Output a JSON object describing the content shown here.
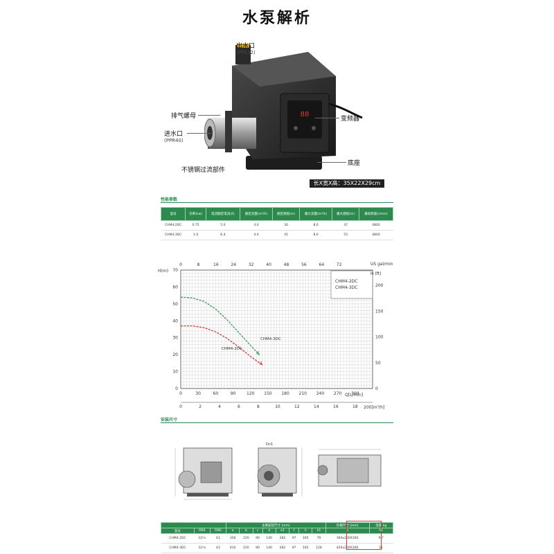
{
  "page_title": "水泵解析",
  "callouts": {
    "outlet": "出水口",
    "outlet_spec": "(PPR32)",
    "vent_nut": "排气螺母",
    "inlet": "进水口",
    "inlet_spec": "(PPR40)",
    "inverter": "变频器",
    "base": "底座",
    "stainless": "不锈钢过流部件"
  },
  "size_badge": "长X宽X高：35X22X29cm",
  "perf_section": "性能参数",
  "perf_table": {
    "headers": [
      "型号",
      "功率(kw)",
      "电流额定电流(A)",
      "额定流量(m³/h)",
      "额定扬程(m)",
      "最大流量(m³/h)",
      "最大扬程(m)",
      "最高转速(r/min)"
    ],
    "rows": [
      [
        "CHM4-2DC",
        "0.75",
        "5.0",
        "4.0",
        "30",
        "8.0",
        "37",
        "4800"
      ],
      [
        "CHM4-3DC",
        "1.0",
        "6.4",
        "4.0",
        "45",
        "8.0",
        "55",
        "4800"
      ]
    ]
  },
  "chart_data": {
    "type": "line",
    "xlabel": "Q[L/min]",
    "x2label": "200[m³/h]",
    "xtop_label": "US gal/min",
    "ylabel": "H(m)",
    "y2label": "H (ft)",
    "xlim": [
      0,
      330
    ],
    "ylim": [
      0,
      70
    ],
    "x_ticks": [
      0,
      30,
      60,
      90,
      120,
      150,
      180,
      210,
      240,
      270,
      300
    ],
    "y_ticks": [
      0,
      10,
      20,
      30,
      40,
      50,
      60,
      70
    ],
    "x_ticks_m3h": [
      0,
      2,
      4,
      6,
      8,
      10,
      12,
      14,
      16,
      18
    ],
    "x_ticks_gal": [
      0,
      8,
      16,
      24,
      32,
      40,
      48,
      56,
      64,
      72
    ],
    "y_ticks_ft": [
      0,
      50,
      100,
      150,
      200
    ],
    "legend": [
      "CHM4-2DC",
      "CHM4-3DC"
    ],
    "series": [
      {
        "name": "CHM4-2DC",
        "color": "#d23a3a",
        "points": [
          [
            0,
            37
          ],
          [
            20,
            37
          ],
          [
            40,
            36
          ],
          [
            60,
            33.5
          ],
          [
            80,
            29.5
          ],
          [
            100,
            24.5
          ],
          [
            120,
            19
          ],
          [
            140,
            14
          ]
        ]
      },
      {
        "name": "CHM4-3DC",
        "color": "#3a9a5a",
        "points": [
          [
            0,
            54
          ],
          [
            20,
            53.5
          ],
          [
            40,
            51.5
          ],
          [
            60,
            47
          ],
          [
            80,
            40.5
          ],
          [
            100,
            33
          ],
          [
            120,
            25.5
          ],
          [
            135,
            20
          ]
        ]
      }
    ],
    "annotations": [
      "CHM4-3DC",
      "CHM4-2DC"
    ]
  },
  "install_section": "安装尺寸",
  "drawing_labels": {
    "dim_a": "Dn1"
  },
  "install_table": {
    "group_main": "主要安装尺寸 (mm)",
    "group_pack": "外箱尺寸 (mm)",
    "group_weight": "毛重 kg",
    "headers": [
      "型号",
      "DN1",
      "DN2",
      "a",
      "b",
      "c",
      "d",
      "e1",
      "f",
      "h",
      "h1",
      "e",
      "h1"
    ],
    "rows": [
      [
        "CHM4-2DC",
        "G1¼",
        "G1",
        "356",
        "220",
        "90",
        "140",
        "282",
        "97",
        "165",
        "79",
        "394x260X300",
        "9.7"
      ],
      [
        "CHM4-3DC",
        "G1¼",
        "G1",
        "410",
        "220",
        "90",
        "140",
        "282",
        "97",
        "165",
        "128",
        "420x260X300",
        "11"
      ]
    ]
  }
}
